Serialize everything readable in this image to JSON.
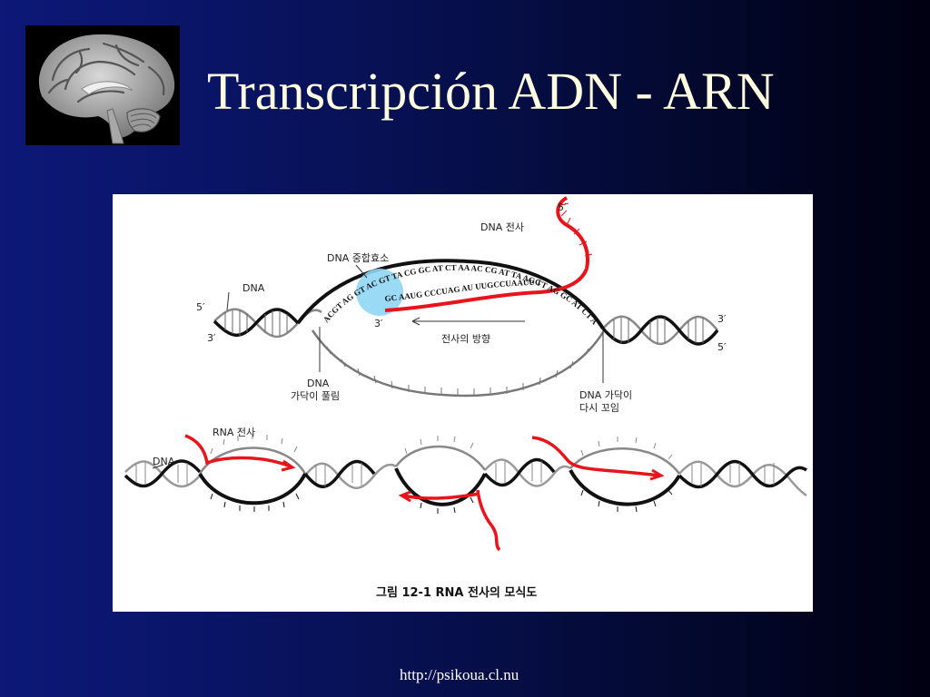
{
  "slide": {
    "title": "Transcripción ADN - ARN",
    "url": "http://psikoua.cl.nu",
    "colors": {
      "title": "#fffde0",
      "rna": "#e8141b",
      "polymerase": "#8fd6f3"
    }
  },
  "brain_image": {
    "icon": "brain-sagittal-photo-icon"
  },
  "diagram": {
    "top": {
      "dna_label": "DNA",
      "polymerase_label": "DNA 중합효소",
      "transcription_label": "DNA 전사",
      "direction_label": "전사의 방향",
      "unwind_label_1": "DNA",
      "unwind_label_2": "가닥이 풀림",
      "rewind_label_1": "DNA 가닥이",
      "rewind_label_2": "다시 꼬임",
      "left_5": "5′",
      "left_3": "3′",
      "right_3": "3′",
      "right_5": "5′",
      "rna_5": "5′",
      "rna_3": "3′",
      "seq_top": "ACGT AG GT AC GT TA CG GC AT CT AA AC CG AT TA AG TT AG GC AT CT AC",
      "seq_rna": "GC AAUG CCCUAG AU UUGCCUAAUUCA AU"
    },
    "bottom": {
      "dna_label": "DNA",
      "rna_label": "RNA 전사"
    },
    "caption": "그림 12-1 RNA 전사의 모식도"
  }
}
